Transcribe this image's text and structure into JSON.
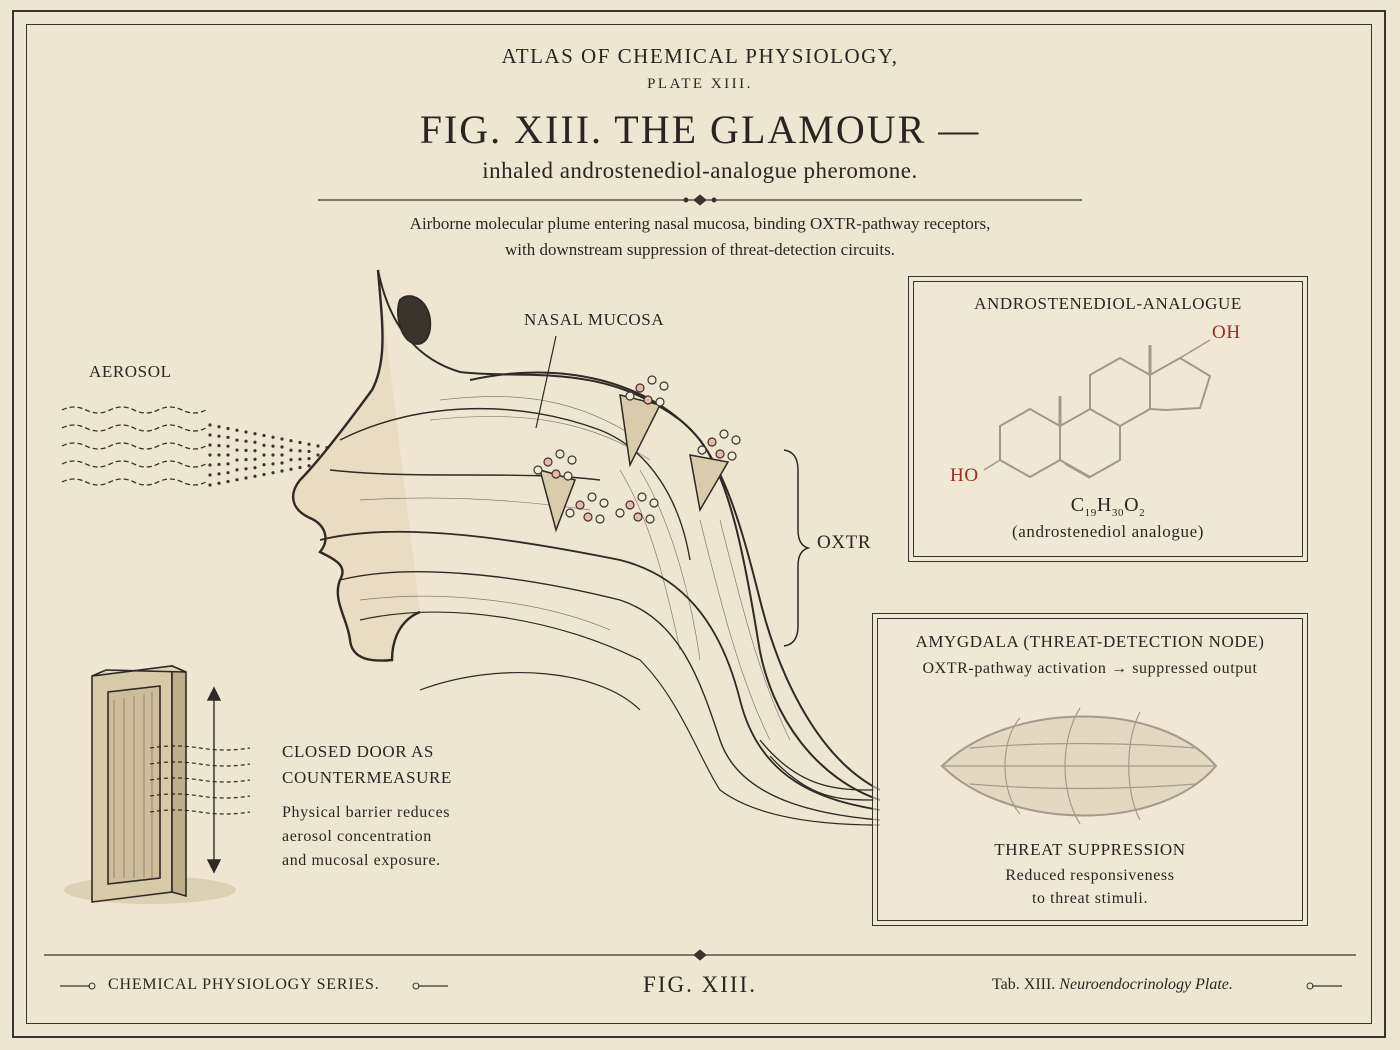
{
  "header": {
    "atlas_title": "ATLAS OF CHEMICAL PHYSIOLOGY,",
    "plate": "PLATE XIII.",
    "figure_title": "FIG. XIII.  THE GLAMOUR —",
    "subtitle": "inhaled androstenediol-analogue pheromone."
  },
  "description": {
    "line1": "Airborne molecular plume entering nasal mucosa, binding OXTR-pathway receptors,",
    "line2": "with downstream suppression of threat-detection circuits."
  },
  "labels": {
    "aerosol": "AEROSOL",
    "nasal_mucosa": "NASAL MUCOSA",
    "oxtr": "OXTR"
  },
  "molecule_box": {
    "title": "ANDROSTENEDIOL-ANALOGUE",
    "oh_label": "OH",
    "ho_label": "HO",
    "formula_c": "C",
    "formula_c_sub": "19",
    "formula_h": "H",
    "formula_h_sub": "30",
    "formula_o": "O",
    "formula_o_sub": "2",
    "caption": "(androstenediol analogue)"
  },
  "amygdala_box": {
    "title": "AMYGDALA (THREAT-DETECTION NODE)",
    "pathway": "OXTR-pathway activation → suppressed output",
    "result_title": "THREAT SUPPRESSION",
    "result_line1": "Reduced responsiveness",
    "result_line2": "to threat stimuli."
  },
  "door": {
    "title_line1": "CLOSED DOOR AS",
    "title_line2": "COUNTERMEASURE",
    "desc_line1": "Physical barrier reduces",
    "desc_line2": "aerosol concentration",
    "desc_line3": "and mucosal exposure."
  },
  "footer": {
    "left": "CHEMICAL PHYSIOLOGY SERIES.",
    "center": "FIG. XIII.",
    "right_plain": "Tab. XIII.",
    "right_italic": "Neuroendocrinology Plate."
  },
  "colors": {
    "paper": "#efe6d2",
    "ink": "#2a2520",
    "accent_red": "#9c2a22"
  }
}
